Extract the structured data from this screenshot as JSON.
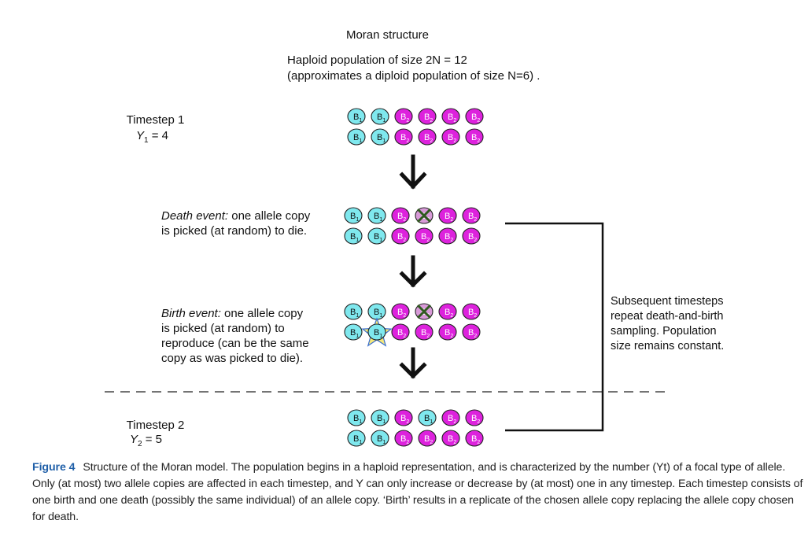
{
  "title": "Moran structure",
  "subtitle_line1": "Haploid population of size 2N = 12",
  "subtitle_line2": "(approximates a diploid population of size N=6) .",
  "timestep1": {
    "label": "Timestep 1",
    "y_label": "Y",
    "y_sub": "1",
    "y_value": "= 4"
  },
  "timestep2": {
    "label": "Timestep 2",
    "y_label": "Y",
    "y_sub": "2",
    "y_value": "= 5"
  },
  "death_event": {
    "title": "Death event:",
    "text1": " one allele copy",
    "text2": "is picked (at random) to die."
  },
  "birth_event": {
    "title": "Birth event:",
    "text1": " one allele copy",
    "text2": "is picked (at random) to",
    "text3": "reproduce (can be the same",
    "text4": "copy as was picked to die)."
  },
  "side_note": {
    "line1": "Subsequent timesteps",
    "line2": "repeat death-and-birth",
    "line3": "sampling.  Population",
    "line4": "size remains constant."
  },
  "allele_labels": {
    "b1": "B",
    "b1_sub": "1",
    "b2": "B",
    "b2_sub": "2"
  },
  "colors": {
    "b1": "#7fe8ee",
    "b2": "#dd22dd",
    "caption_label": "#1f5fa8"
  },
  "caption": {
    "label": "Figure 4",
    "text": "Structure of the Moran model. The population begins in a haploid representation, and is characterized by the number (Yt) of a focal type of allele. Only (at most) two allele copies are affected in each timestep, and Y can only increase or decrease by (at most) one in any timestep. Each timestep consists of one birth and one death (possibly the same individual) of an allele copy. ‘Birth’ results in a replicate of the chosen allele copy replacing the allele copy chosen for death."
  },
  "stages": [
    {
      "name": "timestep-1",
      "rows": [
        [
          "B1",
          "B1",
          "B2",
          "B2",
          "B2",
          "B2"
        ],
        [
          "B1",
          "B1",
          "B2",
          "B2",
          "B2",
          "B2"
        ]
      ]
    },
    {
      "name": "death",
      "rows": [
        [
          "B1",
          "B1",
          "B2",
          "B2x",
          "B2",
          "B2"
        ],
        [
          "B1",
          "B1",
          "B2",
          "B2",
          "B2",
          "B2"
        ]
      ]
    },
    {
      "name": "birth",
      "rows": [
        [
          "B1",
          "B1",
          "B2",
          "B2x",
          "B2",
          "B2"
        ],
        [
          "B1",
          "B1star",
          "B2",
          "B2",
          "B2",
          "B2"
        ]
      ]
    },
    {
      "name": "timestep-2",
      "rows": [
        [
          "B1",
          "B1",
          "B2",
          "B1",
          "B2",
          "B2"
        ],
        [
          "B1",
          "B1",
          "B2",
          "B2",
          "B2",
          "B2"
        ]
      ]
    }
  ]
}
